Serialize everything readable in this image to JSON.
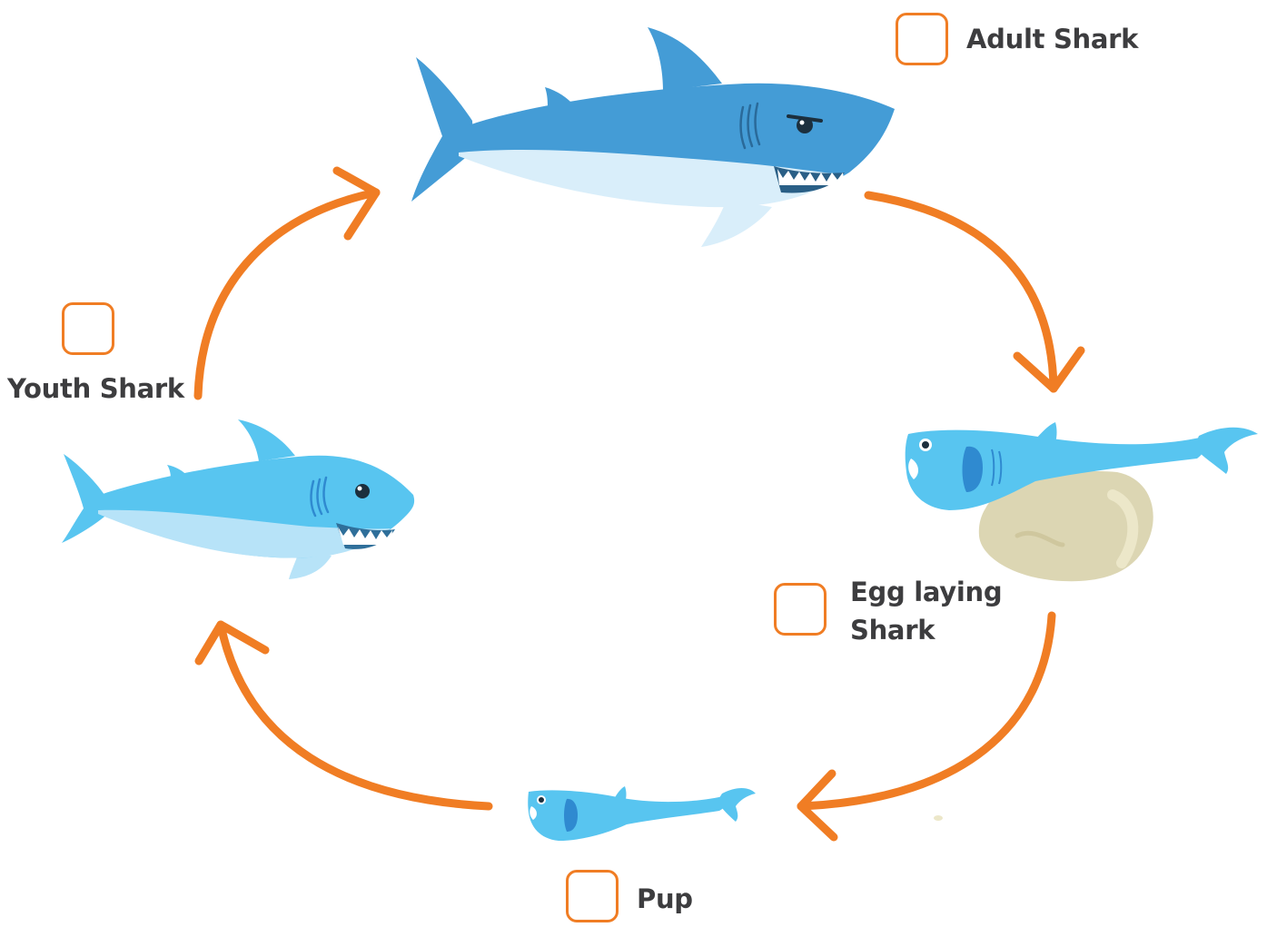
{
  "colors": {
    "arrow": "#f07d24",
    "adult_body": "#449cd6",
    "adult_belly": "#d9eefa",
    "young_body": "#58c5f0",
    "young_belly": "#b7e3f8",
    "egg": "#dcd6b3",
    "text": "#3d3d3f",
    "checkbox_border": "#f07d24"
  },
  "stages": [
    {
      "id": "adult",
      "label": "Adult Shark",
      "checked": false
    },
    {
      "id": "egg_laying",
      "label_line1": "Egg laying",
      "label_line2": "Shark",
      "checked": false
    },
    {
      "id": "pup",
      "label": "Pup",
      "checked": false
    },
    {
      "id": "youth",
      "label": "Youth Shark",
      "checked": false
    }
  ],
  "icons": {
    "adult": "great-white-shark-icon",
    "egg_laying": "shark-with-egg-icon",
    "pup": "shark-pup-icon",
    "youth": "young-shark-icon",
    "arrows": "cycle-arrow-icon"
  }
}
